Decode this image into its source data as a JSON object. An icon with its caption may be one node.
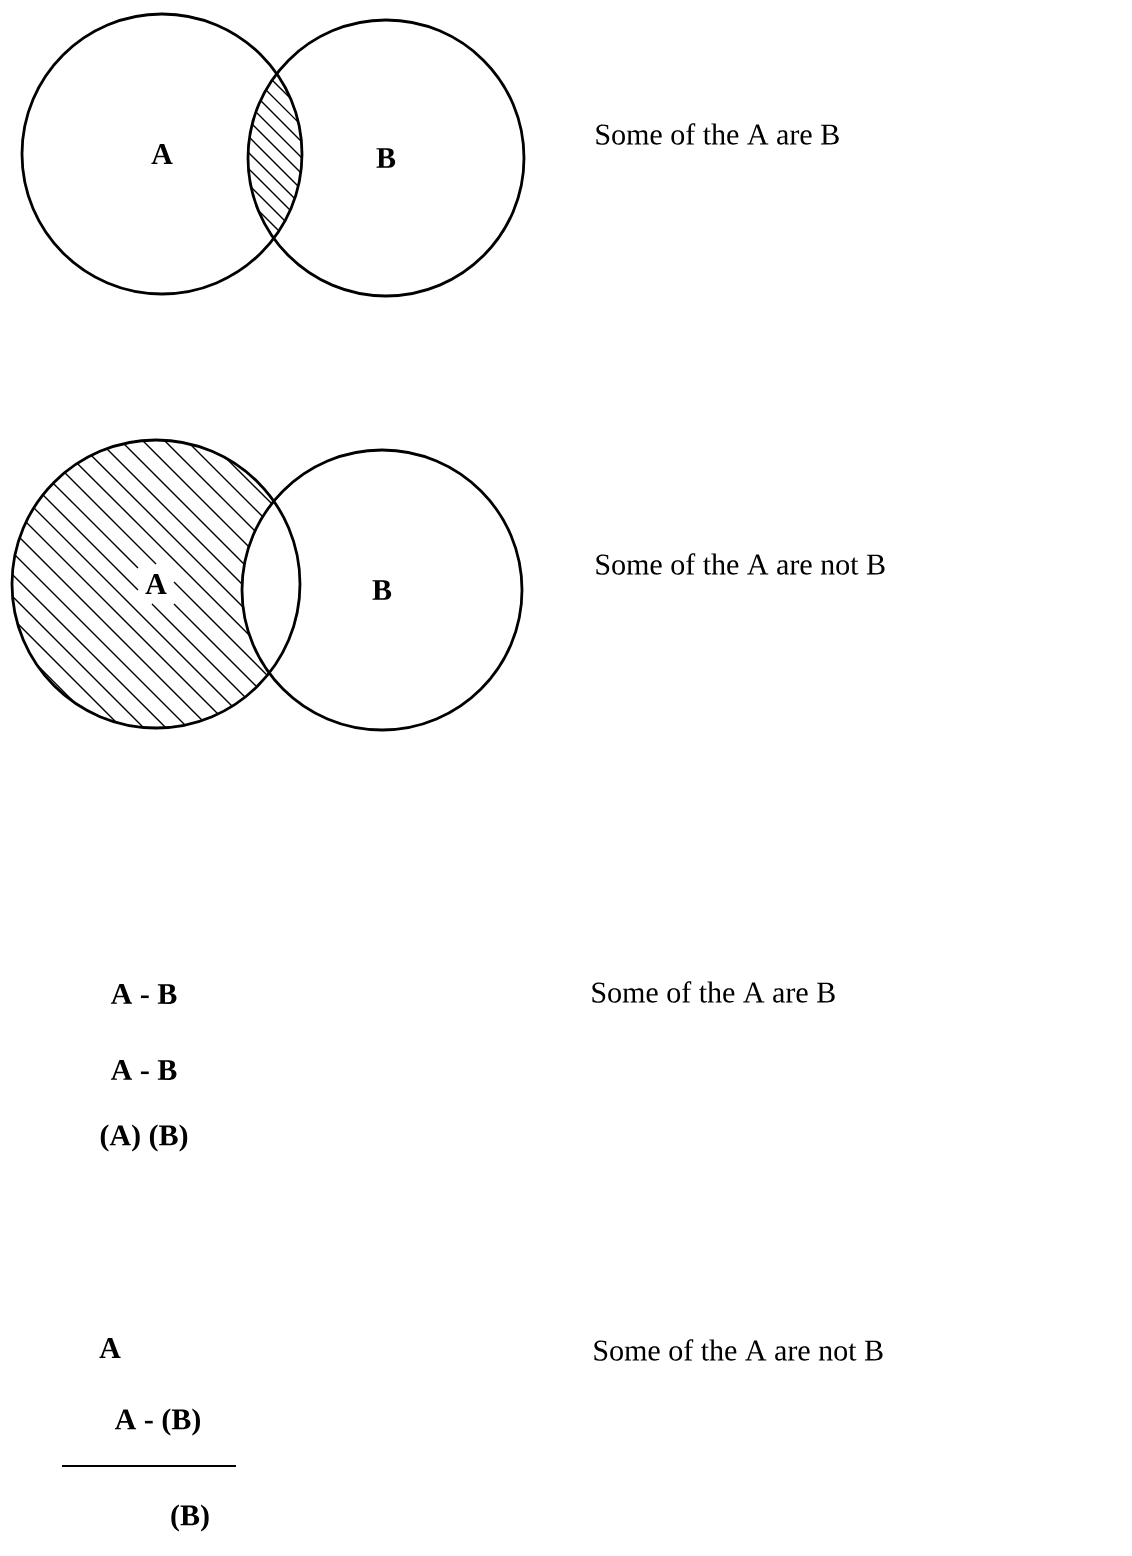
{
  "diagram": {
    "nodes": [
      {
        "text": [
          "A"
        ]
      },
      {
        "text": [
          "B"
        ]
      },
      {
        "text": [
          "A"
        ]
      },
      {
        "text": [
          "B"
        ]
      }
    ],
    "labels": [
      "Some of the A are B",
      "Some of the A are not B",
      "A - B",
      "Some of the A are B",
      "A - B",
      "(A) (B)",
      "A",
      "Some of the A are not B",
      "A - (B)",
      "(B)"
    ]
  }
}
